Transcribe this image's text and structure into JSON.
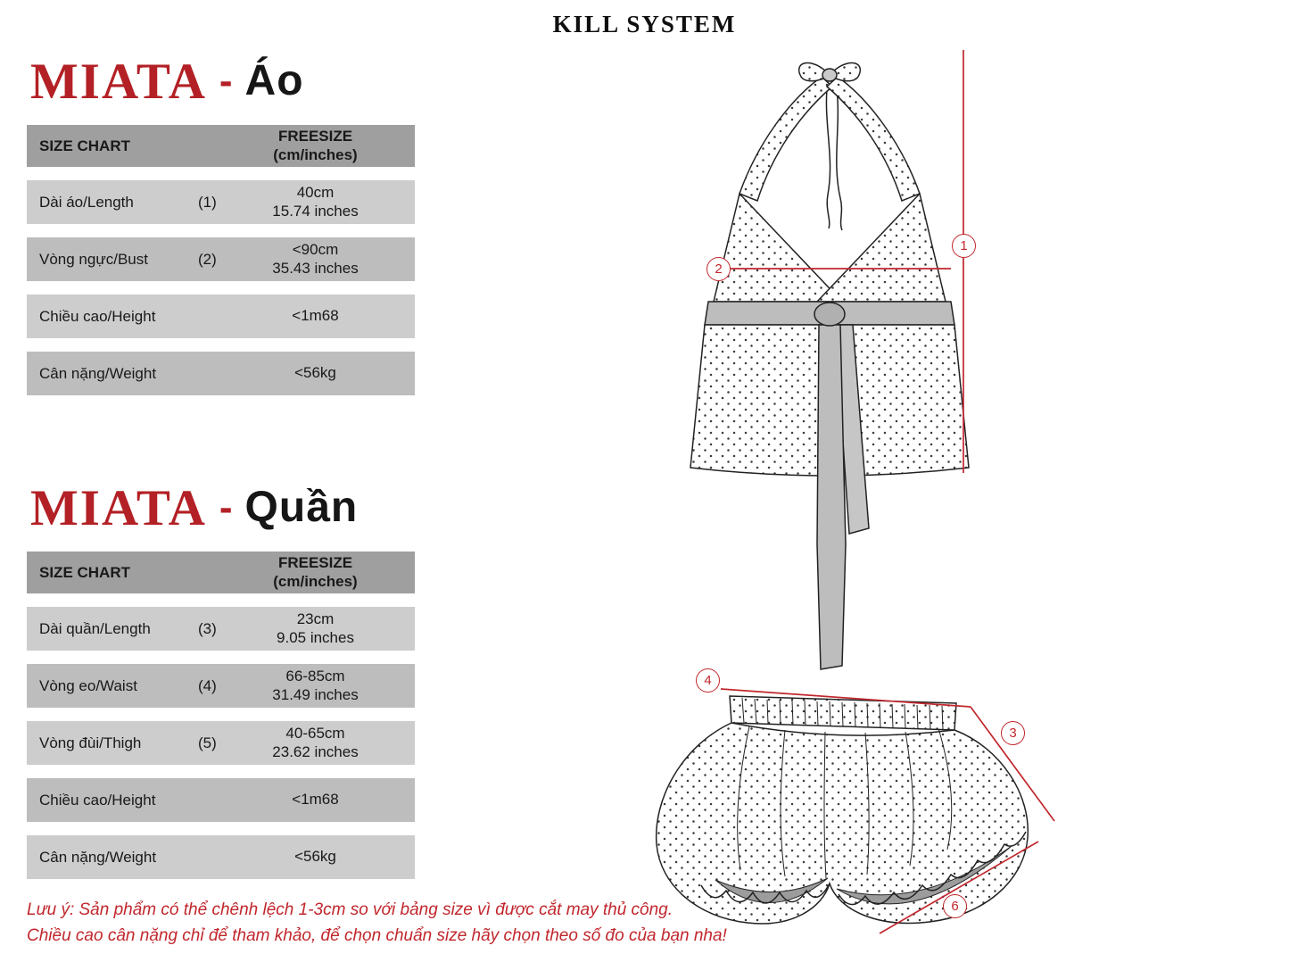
{
  "brand": "KILL SYSTEM",
  "colors": {
    "accent_red": "#c1272d",
    "title_red": "#b32025",
    "table_header_bg": "#9f9f9f",
    "row_light": "#cdcdcd",
    "row_dark": "#bdbdbd"
  },
  "sections": [
    {
      "title_main": "MIATA",
      "title_sep": "-",
      "title_sub": "Áo",
      "header": {
        "left": "SIZE CHART",
        "freesize": "FREESIZE",
        "unit": "(cm/inches)"
      },
      "rows": [
        {
          "label": "Dài áo/Length",
          "ref": "(1)",
          "v1": "40cm",
          "v2": "15.74 inches"
        },
        {
          "label": "Vòng ngực/Bust",
          "ref": "(2)",
          "v1": "<90cm",
          "v2": "35.43 inches"
        },
        {
          "label": "Chiều cao/Height",
          "ref": "",
          "v1": "<1m68",
          "v2": ""
        },
        {
          "label": "Cân nặng/Weight",
          "ref": "",
          "v1": "<56kg",
          "v2": ""
        }
      ]
    },
    {
      "title_main": "MIATA",
      "title_sep": "-",
      "title_sub": "Quần",
      "header": {
        "left": "SIZE CHART",
        "freesize": "FREESIZE",
        "unit": "(cm/inches)"
      },
      "rows": [
        {
          "label": "Dài quần/Length",
          "ref": "(3)",
          "v1": "23cm",
          "v2": "9.05 inches"
        },
        {
          "label": "Vòng eo/Waist",
          "ref": "(4)",
          "v1": "66-85cm",
          "v2": "31.49 inches"
        },
        {
          "label": "Vòng đùi/Thigh",
          "ref": "(5)",
          "v1": "40-65cm",
          "v2": "23.62 inches"
        },
        {
          "label": "Chiều cao/Height",
          "ref": "",
          "v1": "<1m68",
          "v2": ""
        },
        {
          "label": "Cân nặng/Weight",
          "ref": "",
          "v1": "<56kg",
          "v2": ""
        }
      ]
    }
  ],
  "diagram": {
    "markers": {
      "m1": "1",
      "m2": "2",
      "m3": "3",
      "m4": "4",
      "m6": "6"
    }
  },
  "notes": {
    "line1": "Lưu ý: Sản phẩm có thể chênh lệch 1-3cm so với bảng size vì được cắt may thủ công.",
    "line2": "Chiều cao cân nặng chỉ để tham khảo, để chọn chuẩn size hãy chọn theo số đo của bạn nha!"
  }
}
